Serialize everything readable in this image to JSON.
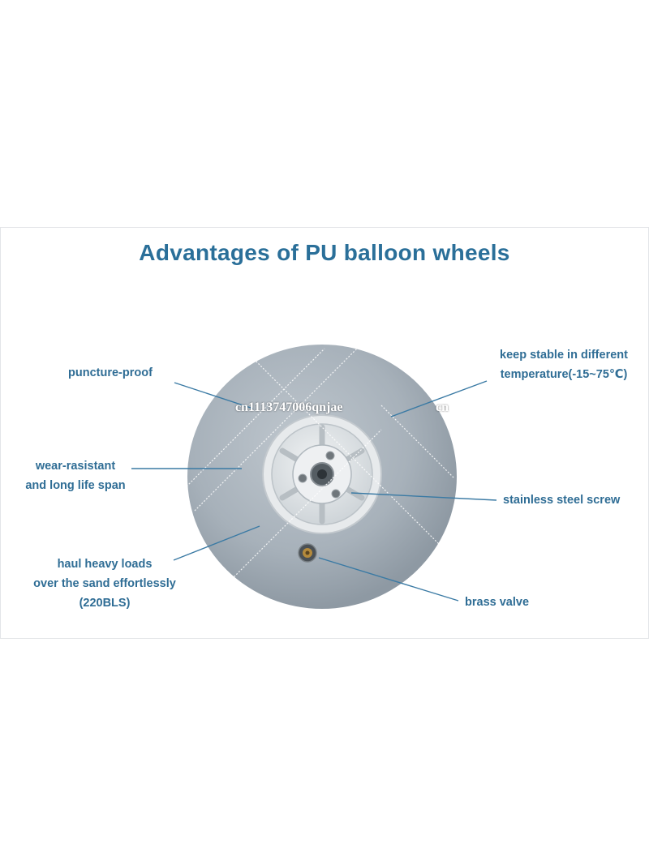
{
  "title": "Advantages of PU balloon wheels",
  "labels": {
    "puncture_proof": "puncture-proof",
    "wear_resistant": [
      "wear-rasistant",
      "and long life span"
    ],
    "heavy_loads": [
      "haul heavy loads",
      "over the sand effortlessly",
      "(220BLS)"
    ],
    "stable_temperature": [
      "keep stable in different",
      "temperature(-15~75℃)"
    ],
    "stainless_screw": "stainless steel screw",
    "brass_valve": "brass valve"
  },
  "watermark": {
    "text": "cn1113747006qnjae",
    "partial": "cn"
  },
  "colors": {
    "title": "#2a6f99",
    "label": "#2f6d95",
    "leader_line": "#3a7aa4",
    "wheel": "#a8b2bb",
    "hub": "#dfe3e6"
  }
}
